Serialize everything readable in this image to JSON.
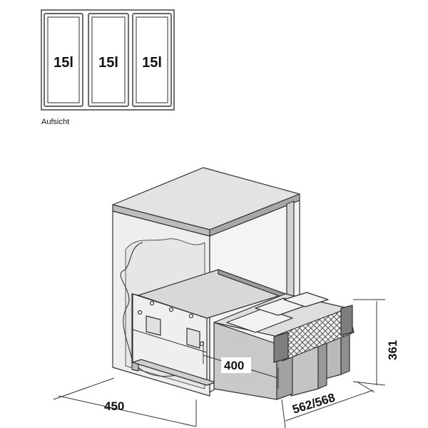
{
  "top_view": {
    "caption": "Aufsicht",
    "bins": [
      {
        "label": "15l"
      },
      {
        "label": "15l"
      },
      {
        "label": "15l"
      }
    ]
  },
  "dimensions": {
    "cabinet_depth": "450",
    "bin_depth": "400",
    "width": "562/568",
    "height": "361"
  }
}
